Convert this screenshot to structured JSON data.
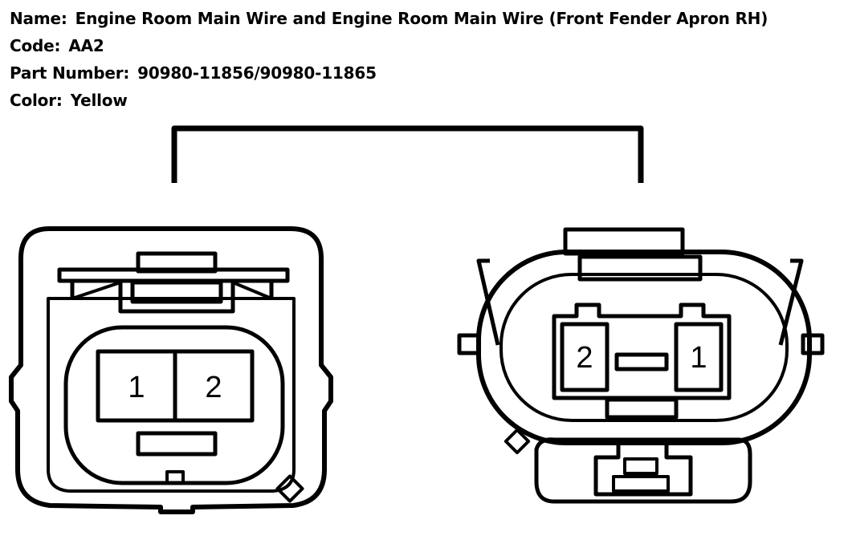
{
  "info": {
    "name_label": "Name:",
    "name_value": "Engine Room Main Wire and Engine Room Main Wire (Front Fender Apron RH)",
    "code_label": "Code:",
    "code_value": "AA2",
    "part_label": "Part Number:",
    "part_value": "90980-11856/90980-11865",
    "color_label": "Color:",
    "color_value": "Yellow"
  },
  "left_connector": {
    "pins": [
      "1",
      "2"
    ]
  },
  "right_connector": {
    "pins": [
      "2",
      "1"
    ]
  }
}
